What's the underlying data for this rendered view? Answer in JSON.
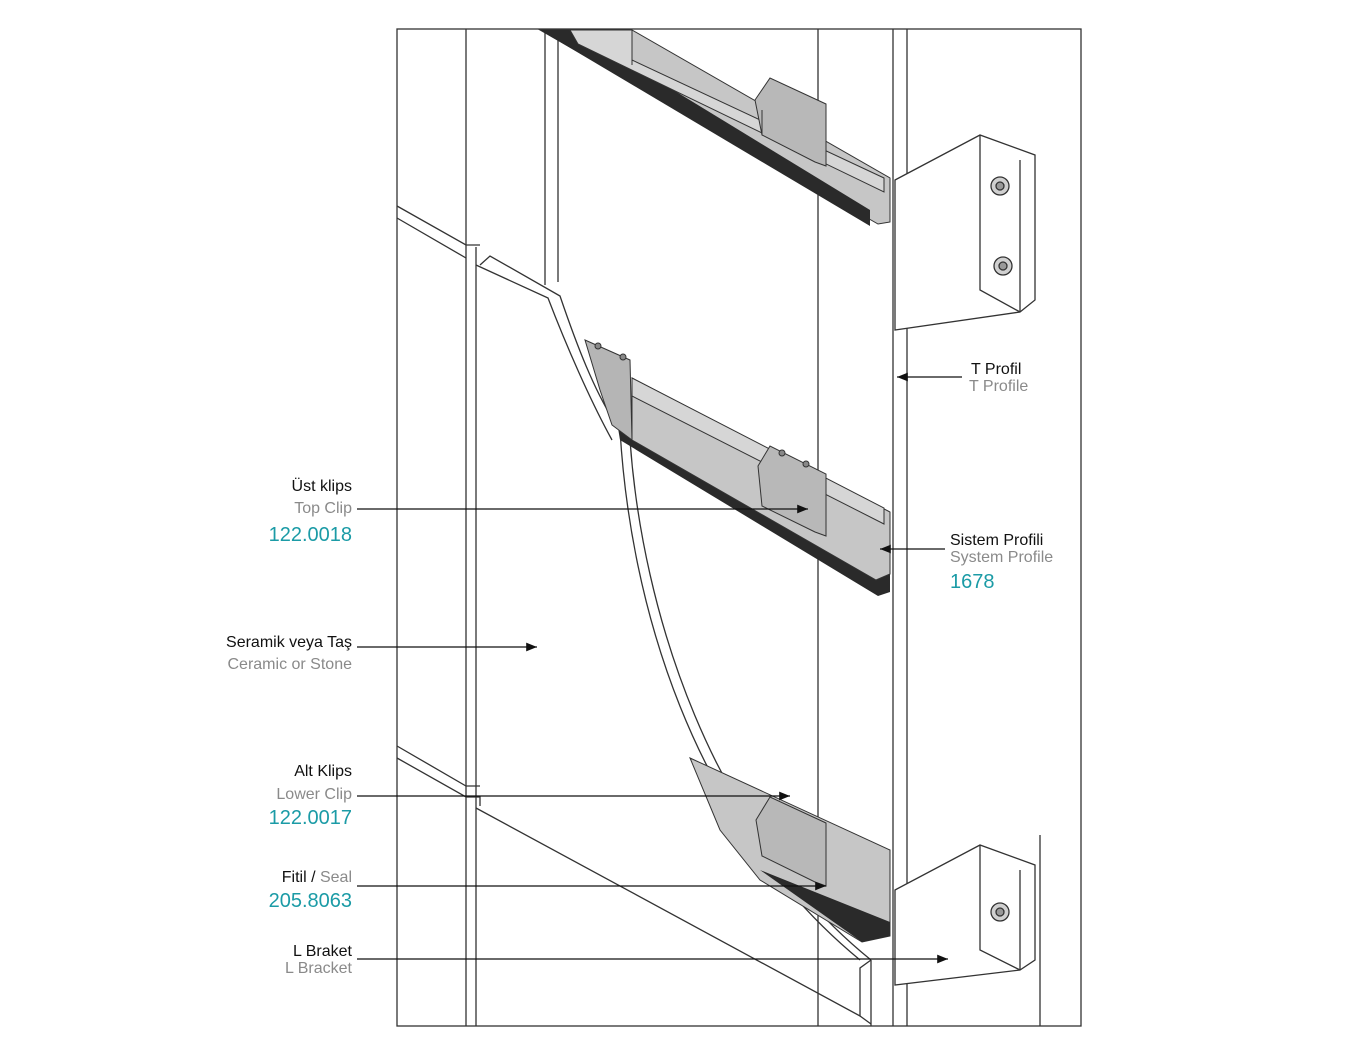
{
  "labels": {
    "t_profile": {
      "tr": "T Profil",
      "en": "T Profile"
    },
    "top_clip": {
      "tr": "Üst  klips",
      "en": "Top Clip",
      "code": "122.0018"
    },
    "system_profile": {
      "tr": "Sistem Profili",
      "en": "System Profile",
      "code": "1678"
    },
    "ceramic": {
      "tr": "Seramik veya Taş",
      "en": "Ceramic or Stone"
    },
    "lower_clip": {
      "tr": "Alt Klips",
      "en": "Lower Clip",
      "code": "122.0017"
    },
    "seal": {
      "tr": "Fitil",
      "sep": " / ",
      "en": "Seal",
      "code": "205.8063"
    },
    "l_bracket": {
      "tr": "L Braket",
      "en": "L Bracket"
    }
  },
  "colors": {
    "code": "#1b9ba6",
    "metal": "#c6c6c6",
    "seal": "#2a2a2a",
    "line": "#333333"
  }
}
